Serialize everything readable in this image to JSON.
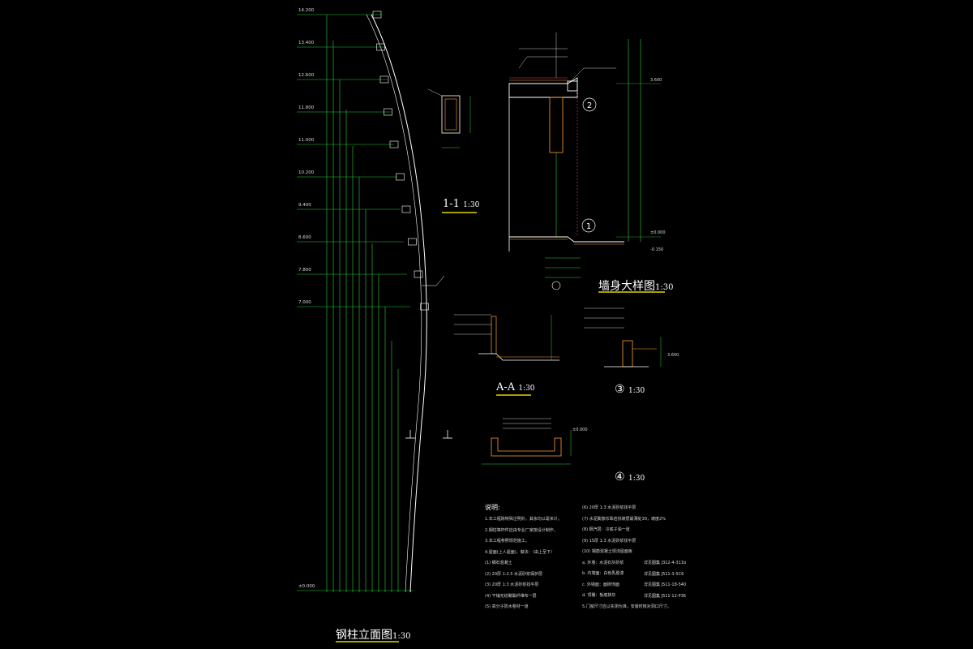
{
  "colors": {
    "background": "#000000",
    "dim": "#2ecc40",
    "line": "#ffffff",
    "grid": "#22ff44",
    "red": "#ff3a3a",
    "orange": "#ff9f30",
    "yellow": "#e6d200",
    "text": "#d8d8d8"
  },
  "titles": {
    "column_elevation": "钢柱立面图",
    "column_elevation_scale": "1:30",
    "section_1_1": "1-1",
    "section_1_1_scale": "1:30",
    "wall_detail": "墙身大样图",
    "wall_detail_scale": "1:30",
    "section_a_a": "A-A",
    "section_a_a_scale": "1:30",
    "detail_3": "③",
    "detail_3_scale": "1:30",
    "detail_4": "④",
    "detail_4_scale": "1:30"
  },
  "elevation_levels": [
    "14.200",
    "13.400",
    "12.600",
    "11.800",
    "11.000",
    "10.200",
    "9.400",
    "8.600",
    "7.800",
    "7.000",
    "±0.000"
  ],
  "wall_levels": [
    "3.600",
    "±0.000",
    "-0.150"
  ],
  "detail_3_level": "3.600",
  "detail_4_level": "±0.000",
  "circle_marks": [
    "2",
    "1"
  ],
  "notes": {
    "title": "说明:",
    "left": [
      "1.本工程除特殊注明外，其余均以毫米计。",
      "2.钢柱等杆件应由专业厂家按设计制作。",
      "3.本工程参照规范施工。",
      "4.屋面(上人屋面)，做法：（由上至下）",
      "(1) 细石混凝土",
      "(2) 20厚 1:2.5 水泥砂浆保护层",
      "(3) 20厚 1:3 水泥砂浆找平层",
      "(4) 干铺无纺聚酯纤维布一层",
      "(5) 高分子防水卷材一道"
    ],
    "right": [
      "(6) 20厚 1:3 水泥砂浆找平层",
      "(7) 水泥膨胀珍珠岩找坡层最薄处30，坡度2%",
      "(8) 隔汽层：冷底子油一道",
      "(9) 15厚 1:3 水泥砂浆找平层",
      "(10) 钢筋混凝土现浇屋面板",
      "a. 外墙：水泥石灰砂浆",
      "b. 内墙面：白色乳胶漆",
      "c. 外墙面：面砖饰面",
      "d. 顶棚：板底抹灰",
      "5.门窗尺寸应以实测为准，安装时核对洞口尺寸。"
    ],
    "right_refs": [
      "详见图集 J312-4-311b",
      "详见图集 J511-3-5C6",
      "详见图集 J511-18-540",
      "详见图集 J511-12-P36"
    ]
  }
}
